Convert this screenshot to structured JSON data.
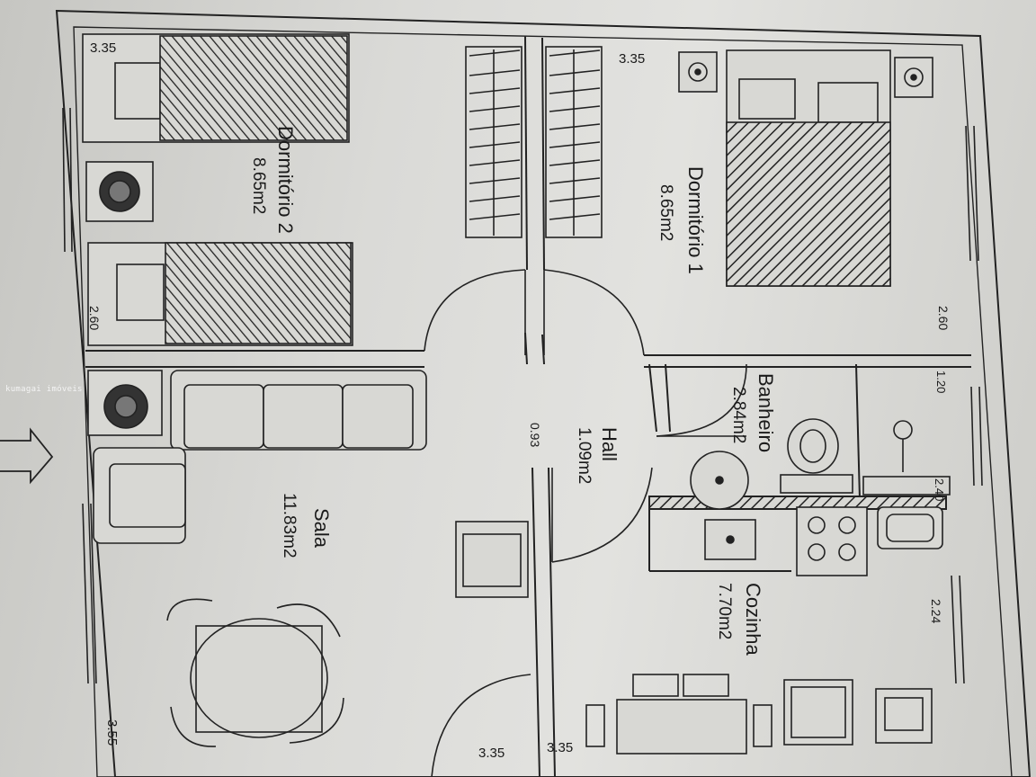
{
  "watermark": "kumagai imóveis",
  "rooms": {
    "dorm2": {
      "name": "Dormitório 2",
      "area": "8.65m2"
    },
    "dorm1": {
      "name": "Dormitório 1",
      "area": "8.65m2"
    },
    "banheiro": {
      "name": "Banheiro",
      "area": "2.84m2"
    },
    "hall": {
      "name": "Hall",
      "area": "1.09m2"
    },
    "sala": {
      "name": "Sala",
      "area": "11.83m2"
    },
    "cozinha": {
      "name": "Cozinha",
      "area": "7.70m2"
    }
  },
  "dimensions": {
    "d2_top": "3.35",
    "d1_top": "3.35",
    "d2_side": "2.60",
    "d1_side": "2.60",
    "ban_side": "1.20",
    "hall_w": "0.93",
    "coz_w": "2.40",
    "coz_side": "2.24",
    "sala_side": "3.55",
    "sala_bottom": "3.35",
    "coz_bottom": "3.35"
  }
}
